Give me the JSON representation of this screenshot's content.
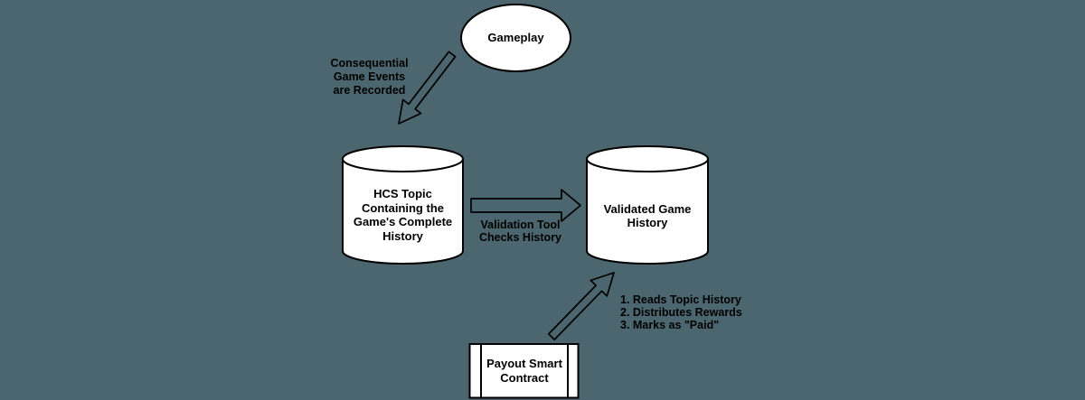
{
  "canvas": {
    "background_color": "#4b666e",
    "shape_fill_color": "#ffffff",
    "line_color": "#000000",
    "text_color": "#000000"
  },
  "nodes": {
    "gameplay": {
      "shape": "ellipse",
      "label": "Gameplay"
    },
    "hcs_topic": {
      "shape": "cylinder",
      "lines": [
        "HCS Topic",
        "Containing the",
        "Game's Complete",
        "History"
      ]
    },
    "validated_game_history": {
      "shape": "cylinder",
      "lines": [
        "Validated Game",
        "History"
      ]
    },
    "payout_smart_contract": {
      "shape": "process",
      "lines": [
        "Payout Smart",
        "Contract"
      ]
    }
  },
  "edges": {
    "gameplay_to_hcs": {
      "lines": [
        "Consequential",
        "Game Events",
        "are Recorded"
      ]
    },
    "hcs_to_validated": {
      "lines": [
        "Validation Tool",
        "Checks History"
      ]
    },
    "payout_to_validated": {
      "lines": [
        "1. Reads Topic History",
        "2. Distributes Rewards",
        "3. Marks as \"Paid\""
      ]
    }
  }
}
